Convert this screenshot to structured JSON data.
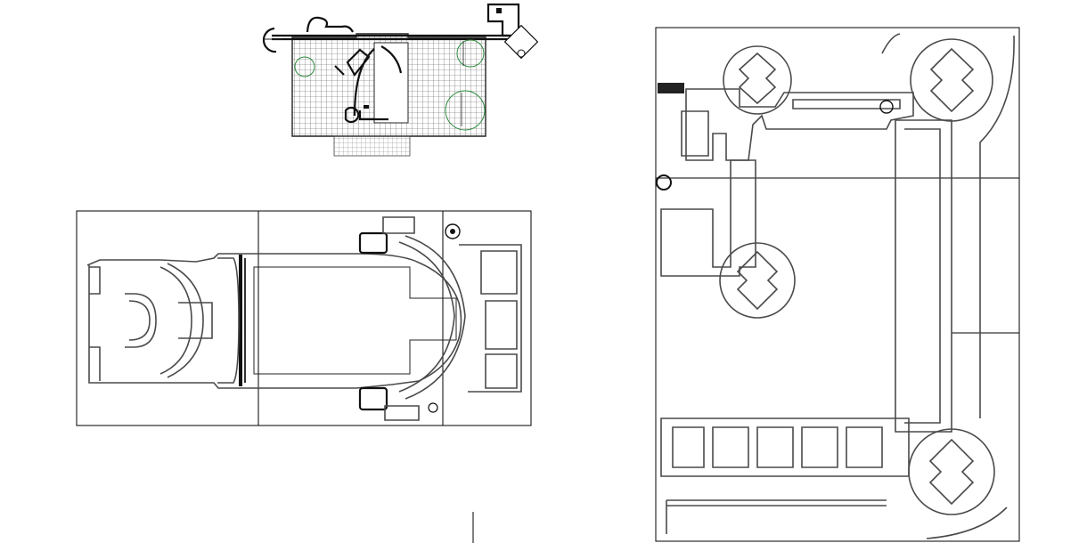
{
  "drawing": {
    "background": "#ffffff",
    "line_color": "#000000",
    "wall_color": "#4a4a4a",
    "tree_color": "#2e8b3e",
    "plans": [
      {
        "id": "pavilion-plan",
        "description_icon": "grid-pavilion-icon"
      },
      {
        "id": "theater-plan",
        "description_icon": "horseshoe-theater-icon"
      },
      {
        "id": "palace-plan",
        "description_icon": "courtyard-palace-icon"
      }
    ]
  }
}
